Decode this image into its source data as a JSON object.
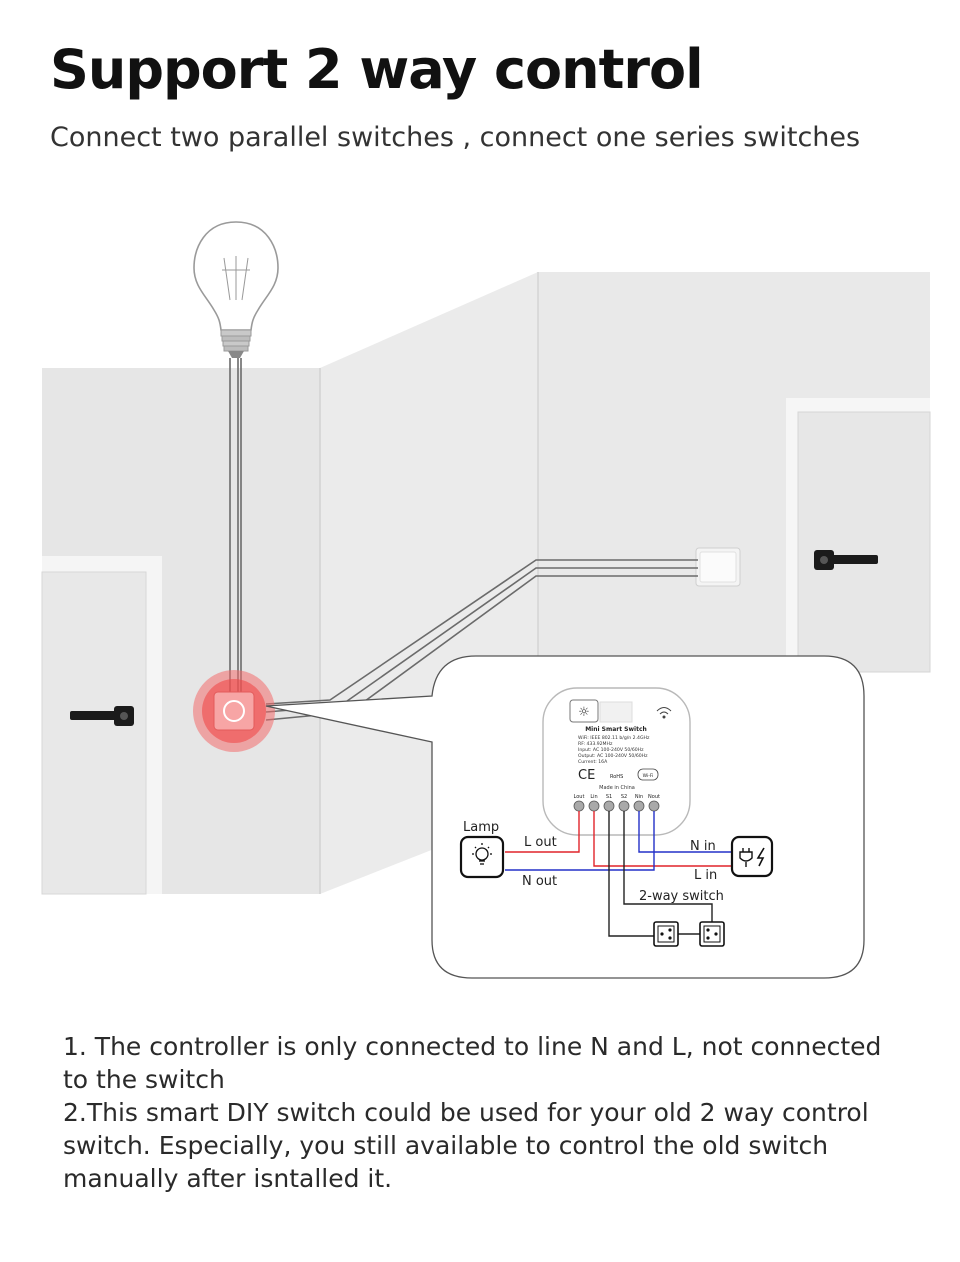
{
  "header": {
    "title": "Support 2 way control",
    "subtitle": "Connect two parallel switches , connect one series switches"
  },
  "module": {
    "name": "Mini Smart Switch",
    "specs": [
      "WiFi: IEEE 802.11 b/g/n  2.4GHz",
      "RF: 433.92MHz",
      "Input:  AC 100-240V  50/60Hz",
      "Output:  AC 100-240V  50/60Hz",
      "Current:  16A"
    ],
    "ce_mark": "CE",
    "rohs_mark": "RoHS",
    "wifi_badge": "Wi-Fi",
    "origin": "Made in China",
    "terminals": [
      "Lout",
      "Lin",
      "S1",
      "S2",
      "Nin",
      "Nout"
    ]
  },
  "wiring": {
    "lamp_label": "Lamp",
    "l_out": "L out",
    "n_out": "N out",
    "n_in": "N in",
    "l_in": "L in",
    "two_way_switch": "2-way switch",
    "wire_colors": {
      "live": "#e0242a",
      "neutral": "#2330c8",
      "switch": "#222222"
    }
  },
  "notes": {
    "line1a": "1. The controller is only connected to line N and L, not connected",
    "line1b": "to the switch",
    "line2a": "2.This smart DIY switch could be used for your old 2 way control",
    "line2b": "switch. Especially, you still available to control the old switch",
    "line2c": "manually after isntalled it."
  }
}
